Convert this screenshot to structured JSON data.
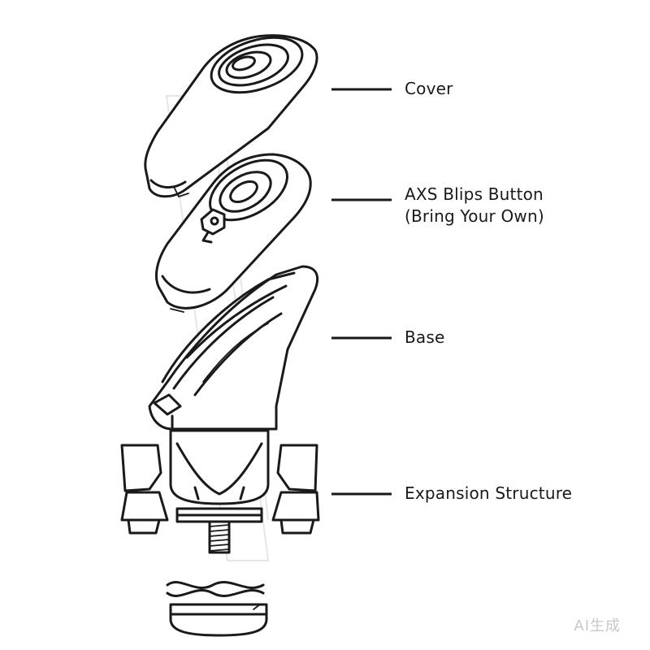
{
  "callouts": {
    "cover": {
      "line1": "Cover"
    },
    "blips": {
      "line1": "AXS Blips Button",
      "line2": "(Bring Your Own)"
    },
    "base": {
      "line1": "Base"
    },
    "expansion": {
      "line1": "Expansion Structure"
    }
  },
  "watermark": {
    "text": "AI生成"
  },
  "colors": {
    "line": "#1a1a1a",
    "background": "#ffffff",
    "ghost": "#e6e6e6"
  }
}
